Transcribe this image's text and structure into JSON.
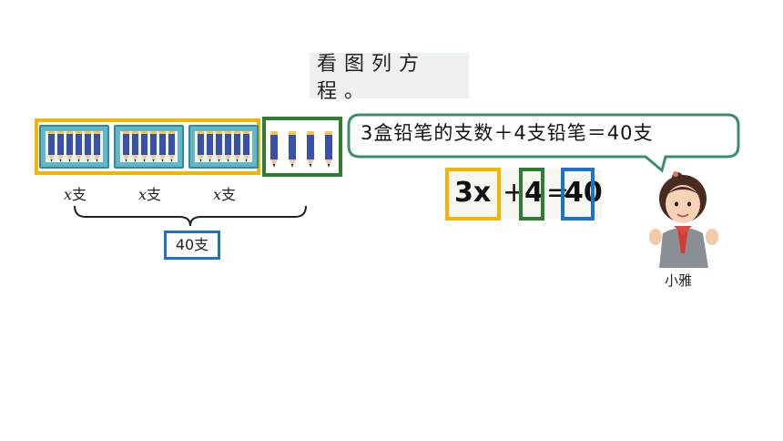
{
  "title": "看图列方程。",
  "diagram": {
    "group_labels": [
      "x支",
      "x支",
      "x支"
    ],
    "total_label": "40支"
  },
  "speech_bubble": {
    "text": "3盒铅笔的支数＋4支铅笔＝40支"
  },
  "equation": {
    "term_x": "3x",
    "plus": "+",
    "term_const": "4",
    "equals": "=",
    "rhs": "40"
  },
  "character": {
    "name": "小雅"
  },
  "colors": {
    "yellow": "#f4b400",
    "green": "#2e7d32",
    "blue": "#1e73c8",
    "bubble_border": "#3a8f6a"
  }
}
